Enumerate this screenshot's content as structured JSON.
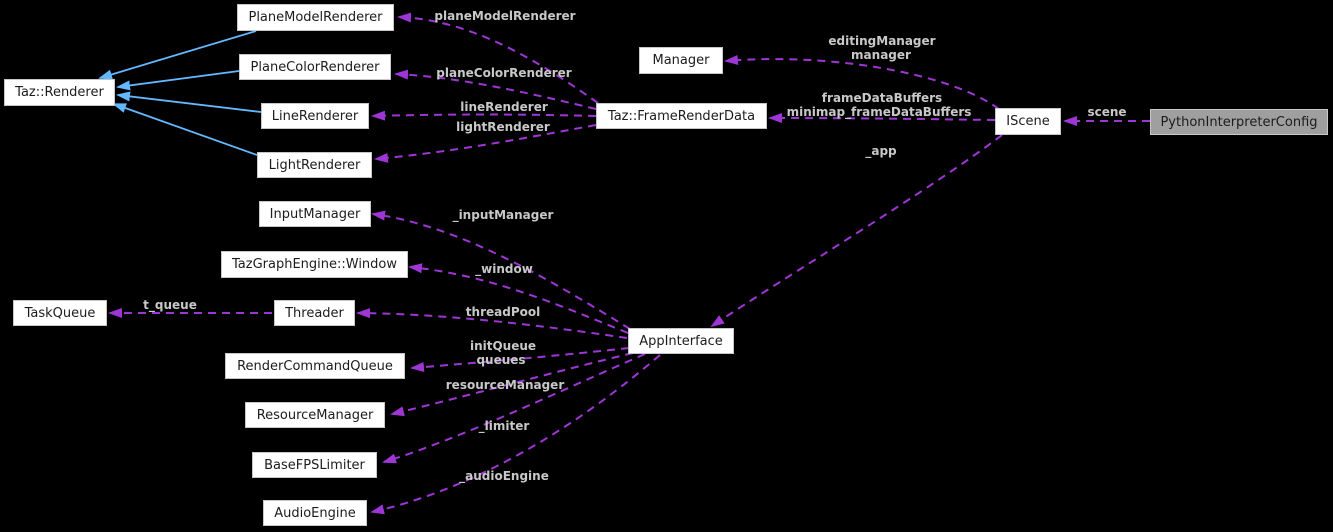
{
  "diagram": {
    "type": "doxygen-collaboration-graph",
    "background_color": "#000000",
    "node_fill": "#ffffff",
    "node_border": "#c4c6ca",
    "node_text_color": "#1c1c1c",
    "highlight_node_fill": "#9f9f9f",
    "dashed_edge_color": "#9e36d6",
    "solid_edge_color": "#63b8ff",
    "edge_label_color": "#c8c8c8"
  },
  "nodes": [
    {
      "label": "PlaneModelRenderer"
    },
    {
      "label": "PlaneColorRenderer"
    },
    {
      "label": "Taz::Renderer"
    },
    {
      "label": "LineRenderer"
    },
    {
      "label": "LightRenderer"
    },
    {
      "label": "Manager"
    },
    {
      "label": "Taz::FrameRenderData"
    },
    {
      "label": "IScene"
    },
    {
      "label": "PythonInterpreterConfig",
      "highlighted": true
    },
    {
      "label": "InputManager"
    },
    {
      "label": "TazGraphEngine::Window"
    },
    {
      "label": "TaskQueue"
    },
    {
      "label": "Threader"
    },
    {
      "label": "RenderCommandQueue"
    },
    {
      "label": "ResourceManager"
    },
    {
      "label": "BaseFPSLimiter"
    },
    {
      "label": "AudioEngine"
    },
    {
      "label": "AppInterface"
    }
  ],
  "edge_labels": [
    {
      "text": "planeModelRenderer"
    },
    {
      "text": "planeColorRenderer"
    },
    {
      "text": "lineRenderer"
    },
    {
      "text": "lightRenderer"
    },
    {
      "text": "editingManager"
    },
    {
      "text": "manager"
    },
    {
      "text": "frameDataBuffers"
    },
    {
      "text": "minimap_frameDataBuffers"
    },
    {
      "text": "scene"
    },
    {
      "text": "_app"
    },
    {
      "text": "_inputManager"
    },
    {
      "text": "_window"
    },
    {
      "text": "threadPool"
    },
    {
      "text": "initQueue"
    },
    {
      "text": "queues"
    },
    {
      "text": "resourceManager"
    },
    {
      "text": "_limiter"
    },
    {
      "text": "_audioEngine"
    },
    {
      "text": "t_queue"
    }
  ]
}
